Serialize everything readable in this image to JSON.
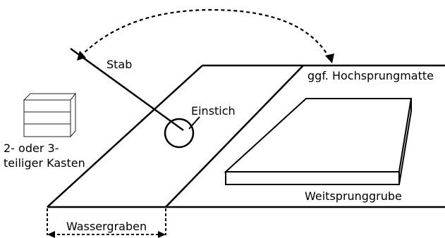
{
  "labels": {
    "pole": "Stab",
    "mat": "ggf. Hochsprungmatte",
    "plant": "Einstich",
    "box_line1": "2- oder 3-",
    "box_line2": "teiliger Kasten",
    "pit": "Weitsprunggrube",
    "ditch": "Wassergraben"
  }
}
